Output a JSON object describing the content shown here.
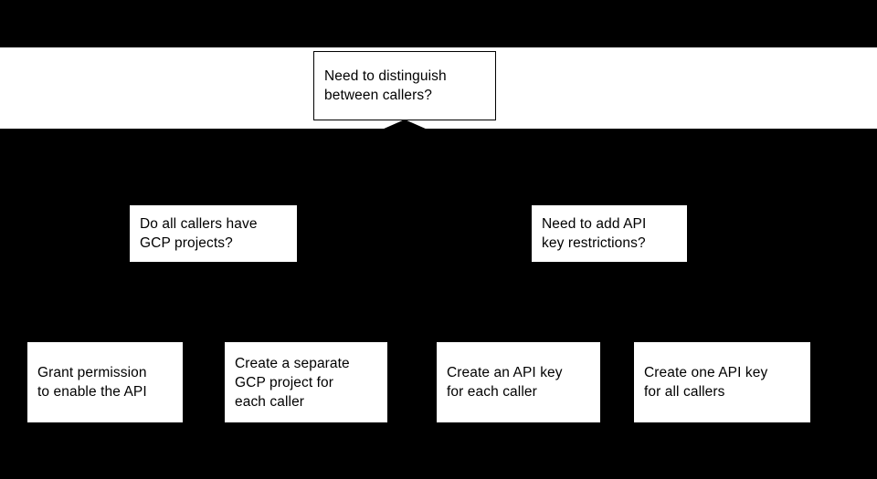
{
  "diagram": {
    "type": "decision-tree-flowchart",
    "background_color": "#000000",
    "node_fill_color": "#ffffff",
    "node_text_color": "#000000",
    "root": {
      "id": "need-to-distinguish-between-callers",
      "label": "Need to distinguish\nbetween callers?",
      "shape": "rectangle",
      "outlined": true
    },
    "decisions": [
      {
        "id": "do-all-callers-have-gcp-projects",
        "label": "Do all callers have\nGCP projects?",
        "shape": "rectangle",
        "outlined": false
      },
      {
        "id": "need-to-add-api-key-restrictions",
        "label": "Need to add API\nkey restrictions?",
        "shape": "rectangle",
        "outlined": false
      }
    ],
    "outcomes": [
      {
        "id": "grant-permission-to-enable-the-api",
        "label": "Grant permission\nto enable the API",
        "shape": "rectangle",
        "outlined": false
      },
      {
        "id": "create-a-separate-gcp-project-for-each-caller",
        "label": "Create a separate\nGCP project for\neach caller",
        "shape": "rectangle",
        "outlined": false
      },
      {
        "id": "create-an-api-key-for-each-caller",
        "label": "Create an API key\nfor each caller",
        "shape": "rectangle",
        "outlined": false
      },
      {
        "id": "create-one-api-key-for-all-callers",
        "label": "Create one API key\nfor all callers",
        "shape": "rectangle",
        "outlined": false
      }
    ],
    "connectors": [
      {
        "id": "root-inbound-arrowhead",
        "kind": "arrowhead",
        "direction": "up"
      }
    ]
  }
}
